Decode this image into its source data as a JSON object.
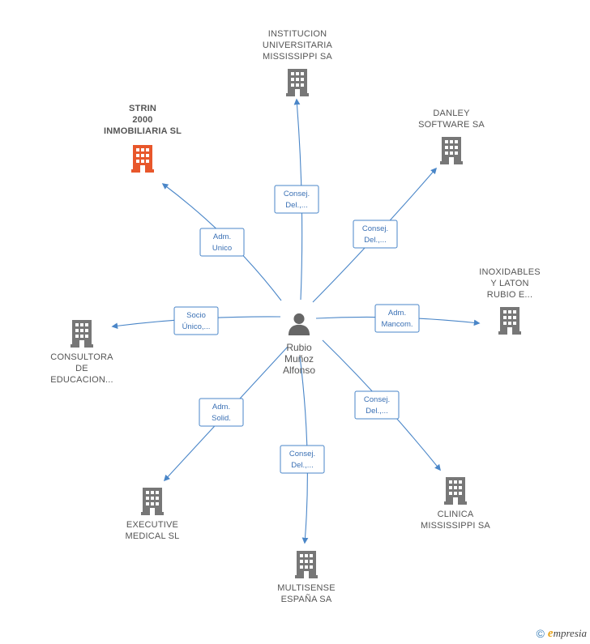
{
  "colors": {
    "edge": "#4a86c8",
    "company_icon": "#777777",
    "company_icon_highlight": "#e8572b",
    "person_icon": "#666666",
    "label_text": "#555555",
    "role_text": "#3a70b4"
  },
  "center": {
    "label_lines": [
      "Rubio",
      "Muñoz",
      "Alfonso"
    ],
    "icon": "person-icon"
  },
  "nodes": [
    {
      "id": "institucion-universitaria-mississippi",
      "label_lines": [
        "INSTITUCION",
        "UNIVERSITARIA",
        "MISSISSIPPI SA"
      ],
      "role_lines": [
        "Consej.",
        "Del.,..."
      ],
      "highlight": false,
      "icon": "building-icon"
    },
    {
      "id": "danley-software",
      "label_lines": [
        "DANLEY",
        "SOFTWARE SA"
      ],
      "role_lines": [
        "Consej.",
        "Del.,..."
      ],
      "highlight": false,
      "icon": "building-icon"
    },
    {
      "id": "inoxidables-y-laton",
      "label_lines": [
        "INOXIDABLES",
        "Y LATON",
        "RUBIO E..."
      ],
      "role_lines": [
        "Adm.",
        "Mancom."
      ],
      "highlight": false,
      "icon": "building-icon"
    },
    {
      "id": "clinica-mississippi",
      "label_lines": [
        "CLINICA",
        "MISSISSIPPI SA"
      ],
      "role_lines": [
        "Consej.",
        "Del.,..."
      ],
      "highlight": false,
      "icon": "building-icon"
    },
    {
      "id": "multisense-espana",
      "label_lines": [
        "MULTISENSE",
        "ESPAÑA SA"
      ],
      "role_lines": [
        "Consej.",
        "Del.,..."
      ],
      "highlight": false,
      "icon": "building-icon"
    },
    {
      "id": "executive-medical",
      "label_lines": [
        "EXECUTIVE",
        "MEDICAL SL"
      ],
      "role_lines": [
        "Adm.",
        "Solid."
      ],
      "highlight": false,
      "icon": "building-icon"
    },
    {
      "id": "consultora-de-educacion",
      "label_lines": [
        "CONSULTORA",
        "DE",
        "EDUCACION..."
      ],
      "role_lines": [
        "Socio",
        "Único,..."
      ],
      "highlight": false,
      "icon": "building-icon"
    },
    {
      "id": "strin-2000-inmobiliaria",
      "label_lines": [
        "STRIN",
        "2000",
        "INMOBILIARIA SL"
      ],
      "role_lines": [
        "Adm.",
        "Unico"
      ],
      "highlight": true,
      "icon": "building-icon"
    }
  ],
  "footer": {
    "copyright_symbol": "©",
    "brand_initial": "e",
    "brand_rest": "mpresia"
  }
}
